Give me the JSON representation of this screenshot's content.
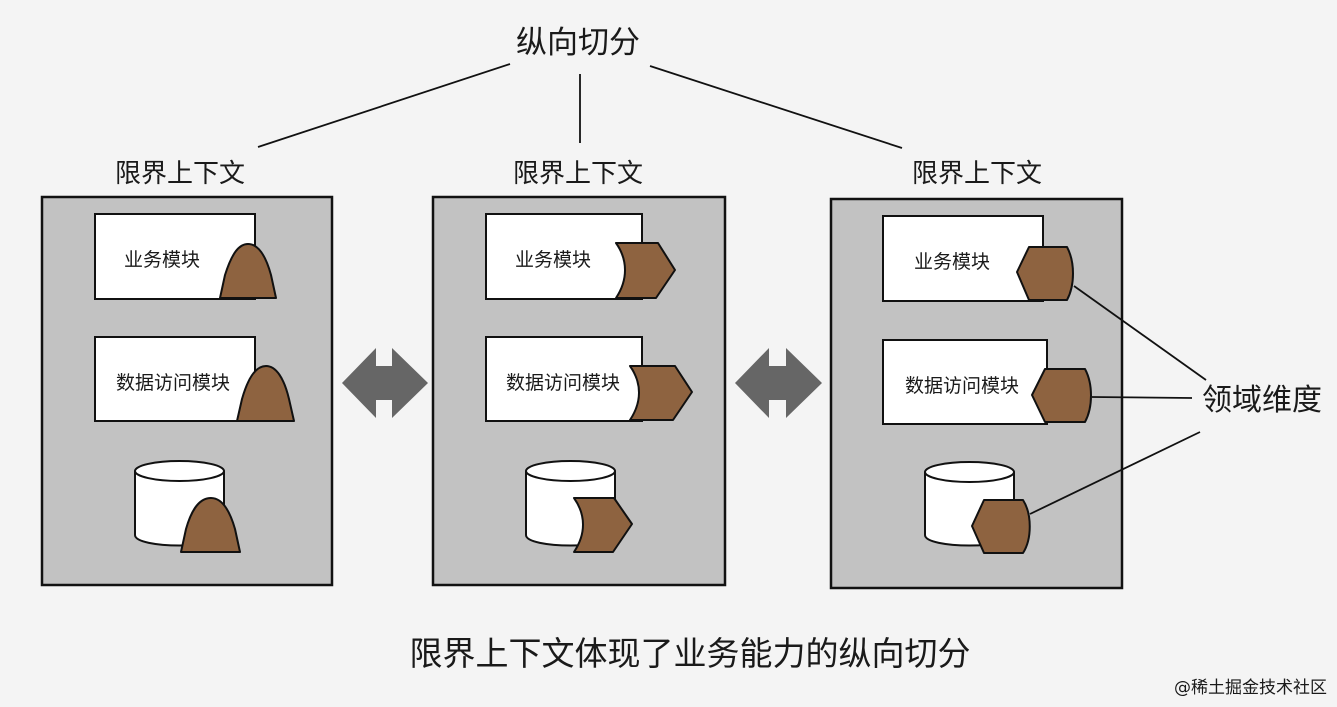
{
  "top_label": "纵向切分",
  "contexts": [
    {
      "title": "限界上下文",
      "business_module_label": "业务模块",
      "data_module_label": "数据访问模块"
    },
    {
      "title": "限界上下文",
      "business_module_label": "业务模块",
      "data_module_label": "数据访问模块"
    },
    {
      "title": "限界上下文",
      "business_module_label": "业务模块",
      "data_module_label": "数据访问模块"
    }
  ],
  "domain_dimension_label": "领域维度",
  "caption": "限界上下文体现了业务能力的纵向切分",
  "watermark": "@稀土掘金技术社区",
  "colors": {
    "background": "#f4f4f4",
    "context_fill": "#c2c2c2",
    "domain_fill": "#8e6340",
    "arrow_fill": "#666666"
  }
}
